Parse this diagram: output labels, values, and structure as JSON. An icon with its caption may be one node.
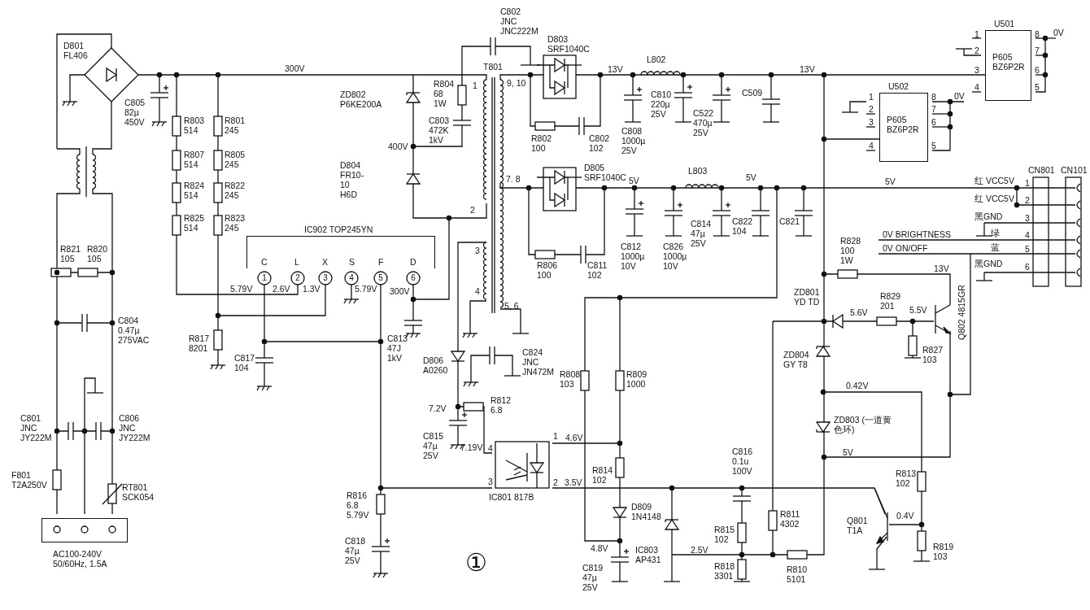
{
  "diagram": {
    "nodes": [
      {
        "text": [],
        "shape": "box",
        "beside": [
          "AC100-240V 50/60Hz, 1.5A"
        ]
      },
      {
        "text": [
          "IC902 TOP245YN"
        ],
        "beside": [
          "1",
          "2",
          "3",
          "4",
          "5",
          "6"
        ]
      },
      {
        "text": [
          "U501",
          "P605 BZ6P2R"
        ],
        "beside": [
          "1",
          "2",
          "3",
          "4",
          "8",
          "7",
          "6",
          "5"
        ]
      },
      {
        "text": [
          "U502",
          "P605 BZ6P2R"
        ],
        "beside": [
          "1",
          "2",
          "3",
          "4",
          "8",
          "7",
          "6",
          "5"
        ]
      }
    ],
    "edges": [
      {
        "from": 2,
        "to": 3,
        "arrow": "none"
      }
    ],
    "labels": [
      "D801 FL406",
      "300V",
      "C805 82µ 450V",
      "R803 514",
      "R801 245",
      "R807 514",
      "R805 245",
      "R824 514",
      "R822 245",
      "R825 514",
      "R823 245",
      "R821 105",
      "R820 105",
      "C",
      "L",
      "X",
      "S",
      "F",
      "D",
      "5.79V",
      "2.6V",
      "1.3V",
      "5.79V",
      "300V",
      "C804 0.47µ 275VAC",
      "R817 8201",
      "C817 104",
      "C813 47J 1kV",
      "C801 JNC JY222M",
      "C806 JNC JY222M",
      "F801 T2A250V",
      "RT801 SCK054",
      "R816 6.8 5.79V",
      "C818 47µ 25V",
      "C802 JNC JNC222M",
      "T801",
      "D803 SRF1040C",
      "ZD802 P6KE200A",
      "R804 68 1W",
      "C803 472K 1kV",
      "400V",
      "D804 FR10-10 H6D",
      "1",
      "9, 10",
      "2",
      "7. 8",
      "3",
      "4",
      "5, 6",
      "13V",
      "L802",
      "C810 220µ 25V",
      "C522 470µ 25V",
      "C509",
      "R802 100",
      "C802 102",
      "C808 1000µ 25V",
      "D805 SRF1040C",
      "5V",
      "L803",
      "5V",
      "CN801",
      "CN101",
      "C812 1000µ 10V",
      "C826 1000µ 10V",
      "C814 47µ 25V",
      "C822 104",
      "C821",
      "R806 100",
      "C811 102",
      "13V",
      "0V",
      "0V",
      "5V",
      "红 VCC5V",
      "1",
      "红 VCC5V",
      "2",
      "黑GND",
      "3",
      "0V BRIGHTNESS",
      "绿",
      "4",
      "0V ON/OFF",
      "蓝",
      "5",
      "黑GND",
      "6",
      "R828 100 1W",
      "13V",
      "ZD801 YD TD",
      "R829 201",
      "5.6V",
      "5.5V",
      "Q802 4815GR",
      "ZD804 GY T8",
      "R827 103",
      "0.42V",
      "ZD803 (一道黄色环)",
      "5V",
      "C816 0.1u 100V",
      "R813 102",
      "Q801 T1A",
      "0.4V",
      "R811 4302",
      "R815 102",
      "4.8V",
      "IC803 AP431",
      "2.5V",
      "R819 103",
      "C819 47µ 25V",
      "R818 3301",
      "R810 5101",
      "D809 1N4148",
      "R814 102",
      "1",
      "4.6V",
      "2",
      "3.5V",
      "4",
      "3",
      "IC801 817B",
      "C815 47µ 25V",
      "7.19V",
      "7.2V",
      "R812 6.8",
      "D806 A0260",
      "C824 JNC JN472M",
      "R808 103",
      "R809 1000",
      "①"
    ]
  }
}
